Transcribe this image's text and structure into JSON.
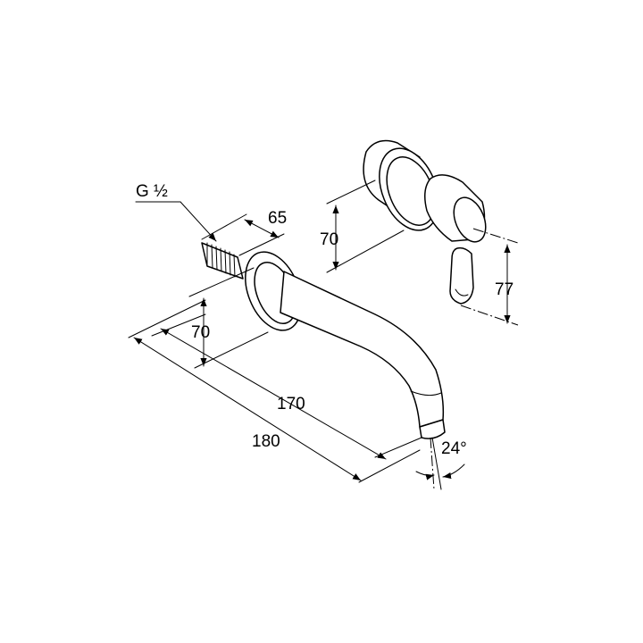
{
  "labels": {
    "thread": "G ½",
    "thread_length": "65",
    "valve_height": "70",
    "lever_height": "77",
    "spout_height": "70",
    "spout_length": "170",
    "total_length": "180",
    "spout_angle": "24°"
  }
}
